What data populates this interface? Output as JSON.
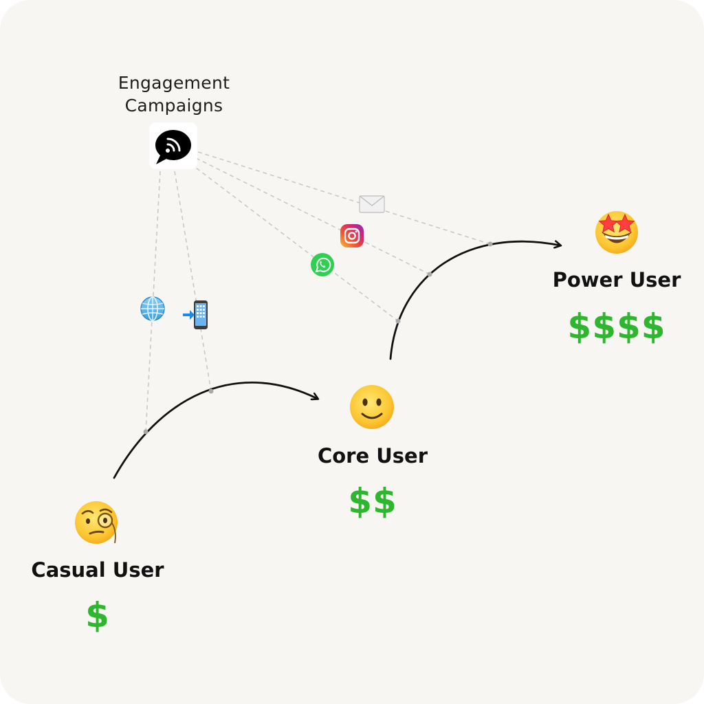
{
  "hub": {
    "title_line1": "Engagement",
    "title_line2": "Campaigns",
    "icon": "chat-broadcast-icon"
  },
  "channels": [
    {
      "name": "web",
      "icon": "globe-icon"
    },
    {
      "name": "in-app",
      "icon": "mobile-phone-arrow-icon"
    },
    {
      "name": "whatsapp",
      "icon": "whatsapp-icon"
    },
    {
      "name": "instagram",
      "icon": "instagram-icon"
    },
    {
      "name": "email",
      "icon": "envelope-icon"
    }
  ],
  "stages": [
    {
      "label": "Casual User",
      "value": "$",
      "icon": "monocle-face-icon"
    },
    {
      "label": "Core User",
      "value": "$$",
      "icon": "slightly-smiling-face-icon"
    },
    {
      "label": "Power User",
      "value": "$$$$",
      "icon": "star-struck-face-icon"
    }
  ],
  "colors": {
    "background": "#f8f6f2",
    "price": "#2fb62f",
    "arrow": "#111111",
    "connector": "#c8c8c8"
  }
}
